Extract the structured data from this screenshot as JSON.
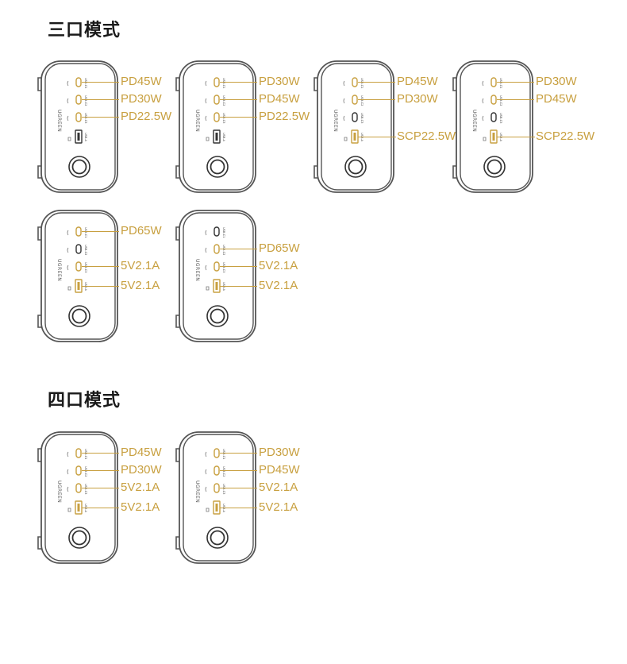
{
  "sections": [
    {
      "title": "三口模式"
    },
    {
      "title": "四口模式"
    }
  ],
  "brand": "UGREEN",
  "port_names": [
    "USB-C1",
    "USB-C2",
    "USB-C3",
    "USB-A"
  ],
  "colors": {
    "accent": "#c8a040",
    "outline": "#555555",
    "text": "#1a1a1a"
  },
  "chargers": [
    {
      "active": [
        true,
        true,
        true,
        false
      ],
      "labels": [
        "PD45W",
        "PD30W",
        "PD22.5W",
        ""
      ]
    },
    {
      "active": [
        true,
        true,
        true,
        false
      ],
      "labels": [
        "PD30W",
        "PD45W",
        "PD22.5W",
        ""
      ]
    },
    {
      "active": [
        true,
        true,
        false,
        true
      ],
      "labels": [
        "PD45W",
        "PD30W",
        "",
        "SCP22.5W"
      ]
    },
    {
      "active": [
        true,
        true,
        false,
        true
      ],
      "labels": [
        "PD30W",
        "PD45W",
        "",
        "SCP22.5W"
      ]
    },
    {
      "active": [
        true,
        false,
        true,
        true
      ],
      "labels": [
        "PD65W",
        "",
        "5V2.1A",
        "5V2.1A"
      ]
    },
    {
      "active": [
        false,
        true,
        true,
        true
      ],
      "labels": [
        "",
        "PD65W",
        "5V2.1A",
        "5V2.1A"
      ]
    },
    {
      "active": [
        true,
        true,
        true,
        true
      ],
      "labels": [
        "PD45W",
        "PD30W",
        "5V2.1A",
        "5V2.1A"
      ]
    },
    {
      "active": [
        true,
        true,
        true,
        true
      ],
      "labels": [
        "PD30W",
        "PD45W",
        "5V2.1A",
        "5V2.1A"
      ]
    }
  ]
}
